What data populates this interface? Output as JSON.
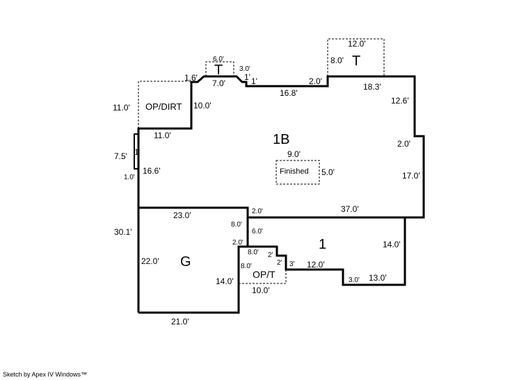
{
  "areas": {
    "main": "1B",
    "garage": "G",
    "addition": "1",
    "porch_patio": "OP/T",
    "porch_dirt": "OP/DIRT",
    "terrace_small": "T",
    "terrace_large": "T",
    "finished": "Finished"
  },
  "dimensions": {
    "opdirt_left": "11.0'",
    "opdirt_right": "10.0'",
    "opdirt_bottom": "11.0'",
    "small_angle": "1.6'",
    "t_small_top": "6.0'",
    "wall_7": "7.0'",
    "angle_3": "3.0'",
    "step_1a": "1'",
    "step_1b": "1'",
    "wall_168": "16.8'",
    "step_2": "2.0'",
    "t_large_top": "12.0'",
    "t_large_side": "8.0'",
    "wall_183": "18.3'",
    "right_126": "12.6'",
    "right_2": "2.0'",
    "right_17": "17.0'",
    "bump_75": "7.5'",
    "bump_1": "1",
    "bump_10": "1.0'",
    "left_166": "16.6'",
    "fin_w": "9.0'",
    "fin_h": "5.0'",
    "bottom_37": "37.0'",
    "step_2b": "2.0'",
    "g_top": "23.0'",
    "left_301": "30.1'",
    "g_8": "8.0'",
    "g_6": "6.0'",
    "g_2": "2.0'",
    "g_22": "22.0'",
    "g_14": "14.0'",
    "g_bottom": "21.0'",
    "opt_top": "8.0'",
    "opt_2a": "2'",
    "opt_2b": "2'",
    "opt_side": "8.0'",
    "opt_3": "3'",
    "opt_bottom": "10.0'",
    "a_12": "12.0'",
    "a_3": "3.0'",
    "a_13": "13.0'",
    "a_14": "14.0'"
  },
  "credit": "Sketch by Apex IV Windows™"
}
